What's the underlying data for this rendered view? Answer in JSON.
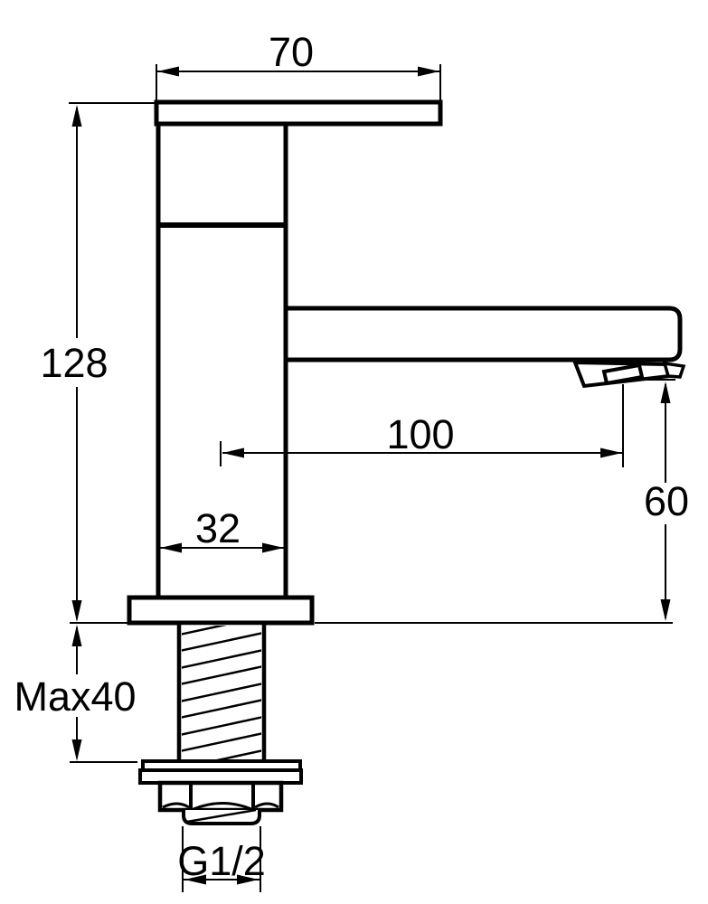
{
  "diagram": {
    "background_color": "#ffffff",
    "line_color": "#000000",
    "dimensions": {
      "handle_width": "70",
      "overall_height": "128",
      "spout_reach": "100",
      "outlet_height": "60",
      "body_width": "32",
      "max_mounting_thickness": "Max40",
      "thread_size": "G1/2"
    }
  }
}
